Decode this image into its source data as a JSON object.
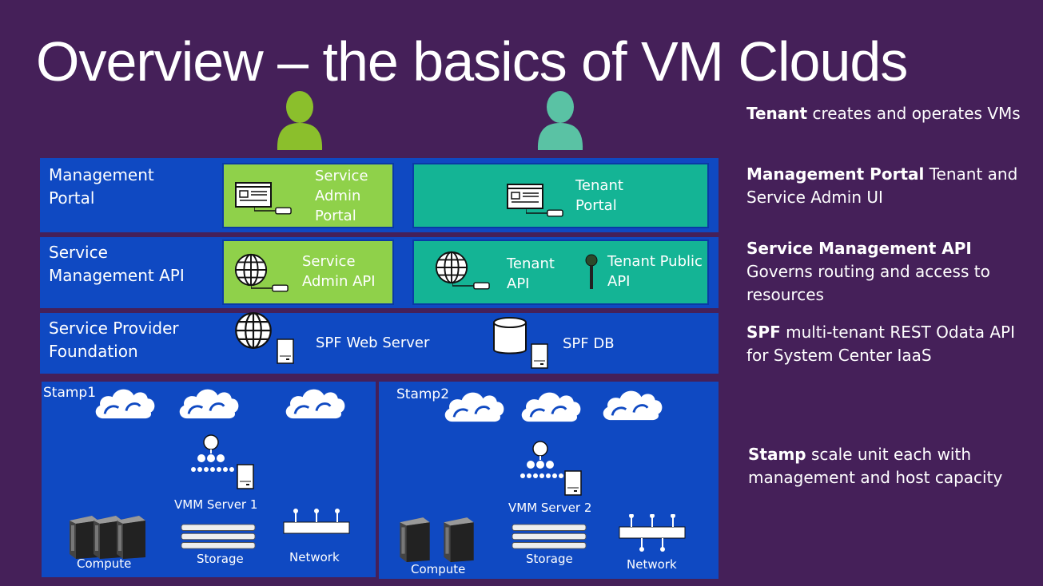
{
  "title": "Overview – the basics of VM Clouds",
  "rows": {
    "portal": "Management Portal",
    "api": "Service Management API",
    "spf": "Service Provider Foundation"
  },
  "boxes": {
    "service_admin_portal": "Service Admin Portal",
    "tenant_portal": "Tenant Portal",
    "service_admin_api": "Service Admin API",
    "tenant_api": "Tenant API",
    "tenant_public_api": "Tenant Public API",
    "spf_web_server": "SPF Web Server",
    "spf_db": "SPF DB"
  },
  "stamps": [
    {
      "name": "Stamp1",
      "vmm": "VMM Server 1",
      "compute": "Compute",
      "storage": "Storage",
      "network": "Network"
    },
    {
      "name": "Stamp2",
      "vmm": "VMM Server 2",
      "compute": "Compute",
      "storage": "Storage",
      "network": "Network"
    }
  ],
  "side_notes": [
    {
      "term": "Tenant",
      "text": " creates and operates VMs"
    },
    {
      "term": "Management Portal",
      "text": " Tenant and Service Admin UI"
    },
    {
      "term": "Service Management API",
      "text": " Governs routing and access to resources"
    },
    {
      "term": "SPF",
      "text": " multi-tenant REST Odata API for System Center IaaS"
    },
    {
      "term": "Stamp",
      "text": " scale unit each with management and host capacity"
    }
  ],
  "icons": [
    "admin-person-icon",
    "tenant-person-icon",
    "portal-window-icon",
    "globe-icon",
    "server-icon",
    "database-icon",
    "pin-icon",
    "cloud-icon",
    "hierarchy-icon",
    "compute-server-icon",
    "storage-icon",
    "network-switch-icon"
  ],
  "colors": {
    "background": "#452059",
    "band": "#0f49c2",
    "admin": "#8fd14a",
    "tenant": "#14b495"
  }
}
